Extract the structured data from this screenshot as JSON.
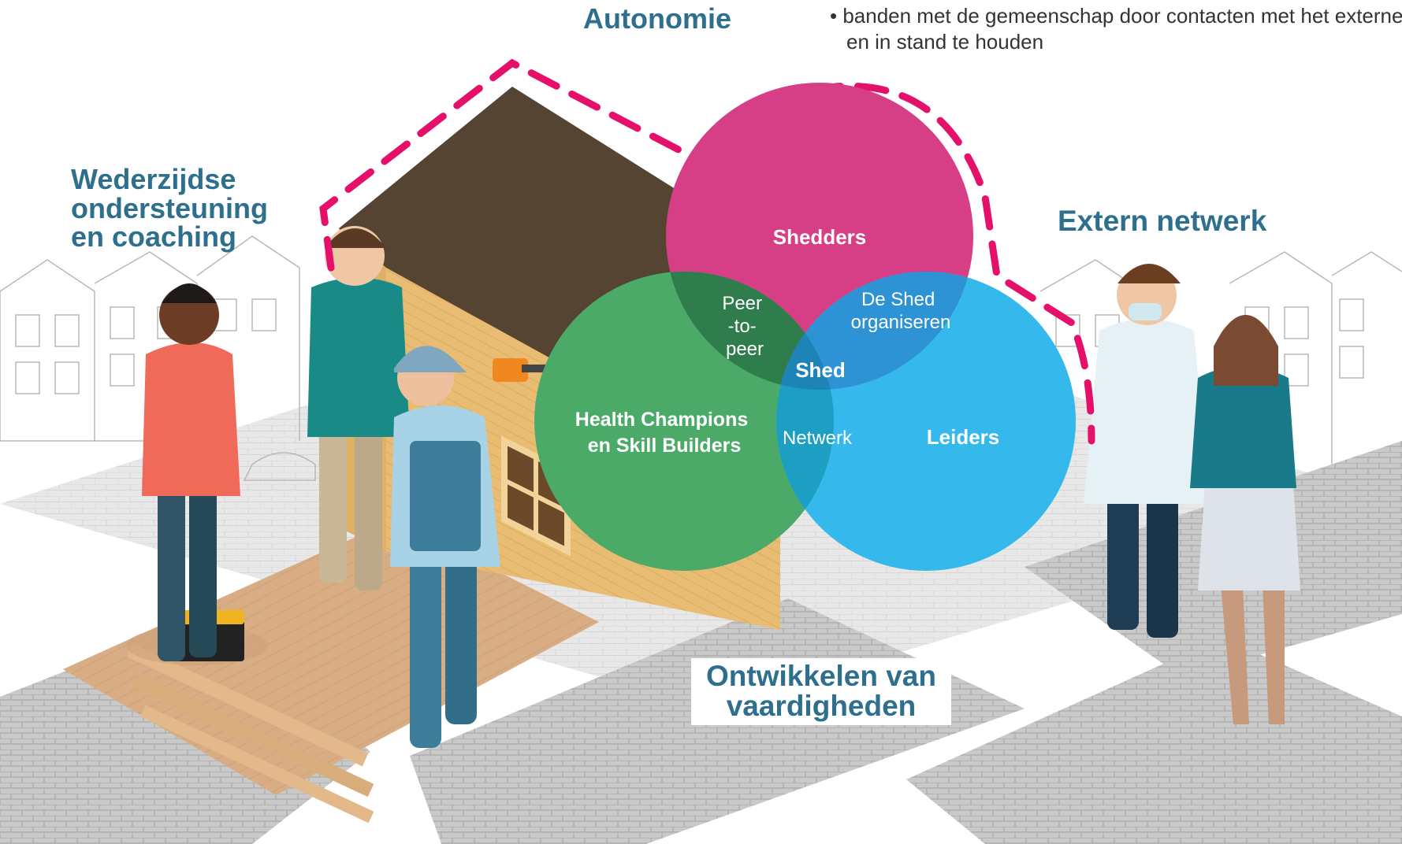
{
  "labels": {
    "autonomie": "Autonomie",
    "wederzijdse": [
      "Wederzijdse",
      "ondersteuning",
      "en coaching"
    ],
    "extern_netwerk": "Extern netwerk",
    "ontwikkelen": [
      "Ontwikkelen van",
      "vaardigheden"
    ]
  },
  "bullet": {
    "line1": "banden met de gemeenschap door contacten met het externe",
    "line2": "en in stand te houden"
  },
  "venn": {
    "shedders": "Shedders",
    "health_champions": [
      "Health Champions",
      "en Skill Builders"
    ],
    "leiders": "Leiders",
    "peer_to_peer": [
      "Peer",
      "-to-",
      "peer"
    ],
    "de_shed_organiseren": [
      "De Shed",
      "organiseren"
    ],
    "shed": "Shed",
    "netwerk": "Netwerk"
  },
  "colors": {
    "pink": "#d63f86",
    "green": "#4caa69",
    "blue": "#35b8ec",
    "label_blue": "#2e6f8e",
    "dash": "#e5106a"
  }
}
